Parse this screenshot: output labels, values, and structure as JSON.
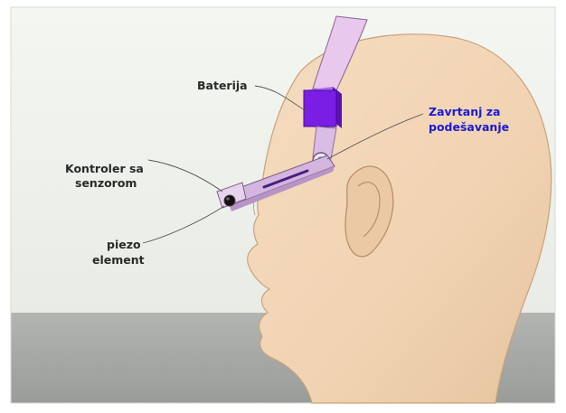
{
  "labels": {
    "battery": "Baterija",
    "controller_line1": "Kontroler sa",
    "controller_line2": "senzorom",
    "piezo_line1": "piezo",
    "piezo_line2": "element",
    "screw_line1": "Zavrtanj za",
    "screw_line2": "podešavanje"
  },
  "colors": {
    "label_text": "#2a2a2a",
    "highlight_text": "#1a1ad6",
    "battery": "#7a1ee6",
    "strap": "#e6c6ea",
    "arm": "#cfb3e0",
    "head": "#f2d7b8",
    "wall": "#eef1ea",
    "floor": "#a3a6a2"
  }
}
